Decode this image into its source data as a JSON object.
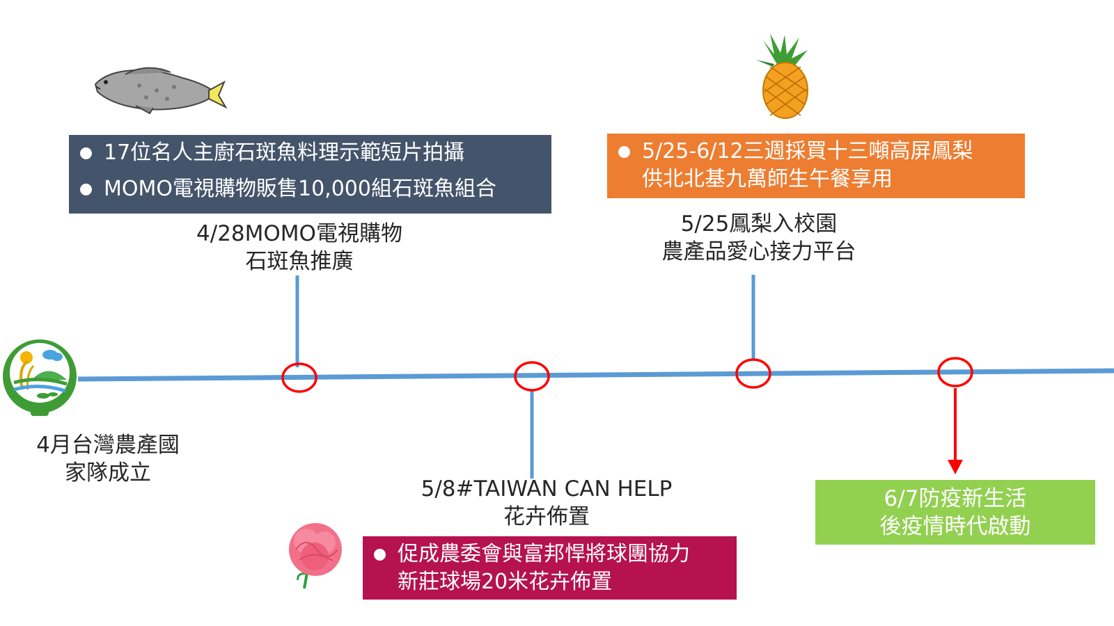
{
  "timeline": {
    "start_label": {
      "line1": "4月台灣農產國",
      "line2": "家隊成立"
    },
    "events": [
      {
        "title_line1": "4/28MOMO電視購物",
        "title_line2": "石斑魚推廣",
        "detail_bullets": [
          "17位名人主廚石斑魚料理示範短片拍攝",
          "MOMO電視購物販售10,000組石斑魚組合"
        ]
      },
      {
        "title_line1": "5/8#TAIWAN CAN HELP",
        "title_line2": "花卉佈置",
        "detail_line1": "促成農委會與富邦悍將球團協力",
        "detail_line2": "新莊球場20米花卉佈置"
      },
      {
        "title_line1": "5/25鳳梨入校園",
        "title_line2": "農產品愛心接力平台",
        "detail_line1": "5/25-6/12三週採買十三噸高屏鳳梨",
        "detail_line2": "供北北基九萬師生午餐享用"
      },
      {
        "detail_line1": "6/7防疫新生活",
        "detail_line2": "後疫情時代啟動"
      }
    ]
  },
  "colors": {
    "timeline": "#5b9bd5",
    "milestone_circle": "#ff0000",
    "arrow": "#ff0000",
    "box_fish": "#44546a",
    "box_pineapple": "#ed7d31",
    "box_flower": "#b5124f",
    "box_green": "#92d050",
    "logo_green": "#3f9c35"
  },
  "icons": {
    "logo": "agriculture-council-logo",
    "fish": "grouper-fish-illustration",
    "pineapple": "pineapple-illustration",
    "flower": "carnation-flower-illustration"
  }
}
